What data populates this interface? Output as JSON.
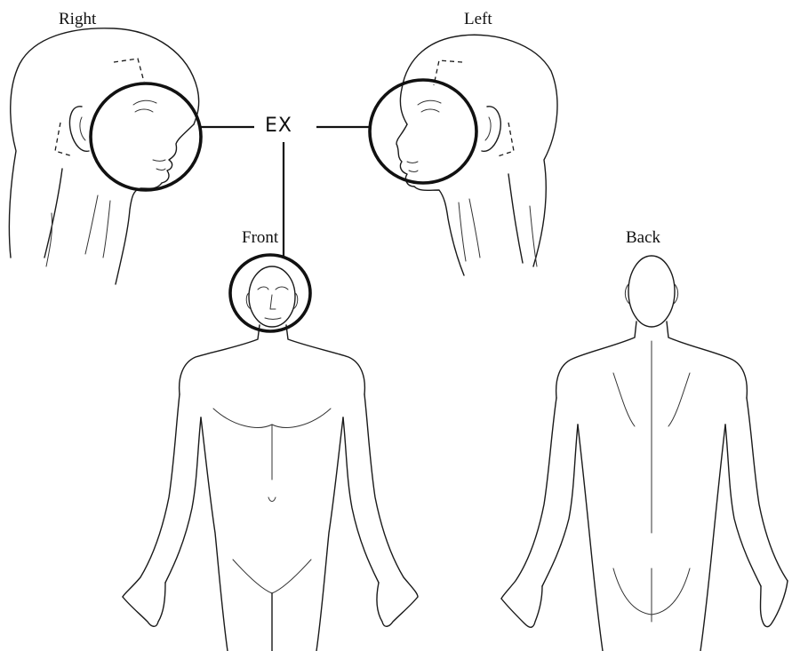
{
  "views": {
    "right": "Right",
    "left": "Left",
    "front": "Front",
    "back": "Back"
  },
  "marker": {
    "label": "EX"
  },
  "colors": {
    "ink": "#1a1a1a",
    "background": "#ffffff"
  }
}
